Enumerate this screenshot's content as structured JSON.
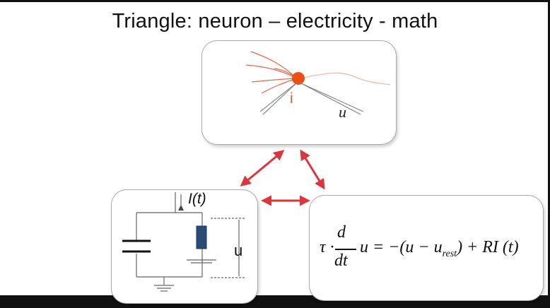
{
  "slide": {
    "title": "Triangle: neuron – electricity - math"
  },
  "neuron_panel": {
    "current_label": "i",
    "voltage_label": "u"
  },
  "circuit_panel": {
    "current_label": "I(t)",
    "voltage_label": "u"
  },
  "equation_panel": {
    "lhs": "τ ·",
    "numerator": "d",
    "denominator": "dt",
    "rhs_start": "u = −(u − u",
    "rhs_subscript": "rest",
    "rhs_end": ") + RI (t)"
  },
  "colors": {
    "arrow": "#d9363e",
    "neuron_body": "#f04e12",
    "dendrite": "#e06a50",
    "resistor": "#2b4a78"
  }
}
